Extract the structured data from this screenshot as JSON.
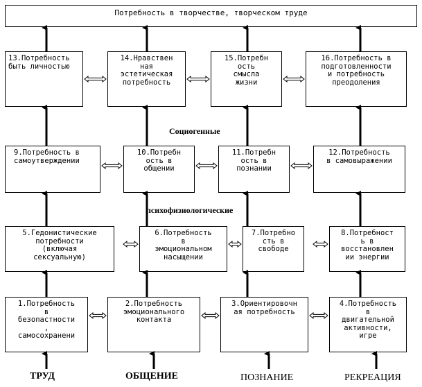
{
  "top": "Потребность в творчестве, творческом труде",
  "boxes": {
    "b13": "13.Потребность\nбыть личностью",
    "b14": "14.Нравствен\nная\nэстетическая\nпотребность",
    "b15": "15.Потребн\nость\nсмысла\nжизни",
    "b16": "16.Потребность в\nподготовленности\nи потребность\nпреодоления",
    "b9": "9.Потребность в\nсамоутверждении",
    "b10": "10.Потребн\nость в\nобщении",
    "b11": "11.Потребн\nость в\nпознании",
    "b12": "12.Потребность\nв самовыражении",
    "b5": "5.Гедонистические\nпотребности\n(включая\nсексуальную)",
    "b6": "6.Потребность\nв\nэмоциональном\nнасыщении",
    "b7": "7.Потребно\nсть в\nсвободе",
    "b8": "8.Потребност\nь в\nвосстановлен\nии энергии",
    "b1": "1.Потребность\nв\nбезопастности\n,\nсамосохранени",
    "b2": "2.Потребность\nэмоционального\nконтакта",
    "b3": "3.Ориентировочн\nая потребность",
    "b4": "4.Потребность\nв\nдвигательной\nактивности,\nигре"
  },
  "sections": {
    "sociogenic": "Социогенные",
    "psychophysiological": "психофизиологические"
  },
  "bottom": {
    "labor": "ТРУД",
    "communication": "ОБЩЕНИЕ",
    "cognition": "ПОЗНАНИЕ",
    "recreation": "РЕКРЕАЦИЯ"
  }
}
